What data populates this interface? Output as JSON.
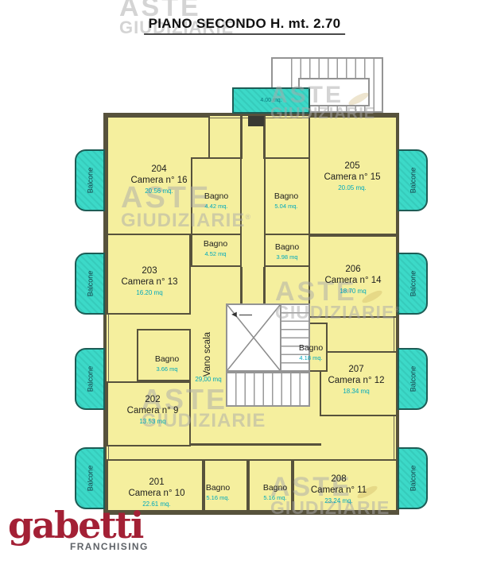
{
  "title": "PIANO SECONDO H. mt. 2.70",
  "watermark": {
    "line1": "ASTE",
    "line2": "GIUDIZIARIE",
    "reg": "®"
  },
  "logo": {
    "brand": "gabetti",
    "subtitle": "FRANCHISING"
  },
  "balcony_label": "Balcone",
  "top_balcony_area": "4.00 mq.",
  "stairwell": {
    "name": "Vano scala",
    "area": "29,00 mq"
  },
  "rooms": {
    "r204": {
      "number": "204",
      "name": "Camera n° 16",
      "area": "20.56 mq."
    },
    "r205": {
      "number": "205",
      "name": "Camera n° 15",
      "area": "20.05 mq."
    },
    "r203": {
      "number": "203",
      "name": "Camera n° 13",
      "area": "16.20 mq"
    },
    "r206": {
      "number": "206",
      "name": "Camera n° 14",
      "area": "18.70 mq"
    },
    "r202": {
      "number": "202",
      "name": "Camera n° 9",
      "area": "13.53 mq"
    },
    "r207": {
      "number": "207",
      "name": "Camera n° 12",
      "area": "18.34 mq"
    },
    "r201": {
      "number": "201",
      "name": "Camera n° 10",
      "area": "22.61 mq."
    },
    "r208": {
      "number": "208",
      "name": "Camera n° 11",
      "area": "23.24 mq."
    }
  },
  "bagni": {
    "b442": {
      "name": "Bagno",
      "area": "4.42 mq."
    },
    "b504": {
      "name": "Bagno",
      "area": "5.04 mq."
    },
    "b452": {
      "name": "Bagno",
      "area": "4.52 mq"
    },
    "b398": {
      "name": "Bagno",
      "area": "3.98 mq"
    },
    "b366": {
      "name": "Bagno",
      "area": "3.66 mq"
    },
    "b418": {
      "name": "Bagno",
      "area": "4.18 mq."
    },
    "b516a": {
      "name": "Bagno",
      "area": "5.16 mq."
    },
    "b516b": {
      "name": "Bagno",
      "area": "5.16 mq."
    }
  },
  "colors": {
    "plan_fill": "#f5ef9e",
    "wall": "#57523c",
    "balcony_fill": "#3cd9c8",
    "area_text": "#00a9bd",
    "brand_red": "#a32035"
  }
}
